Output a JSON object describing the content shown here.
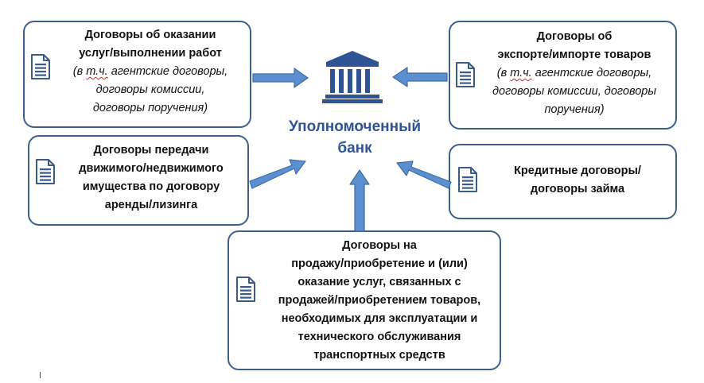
{
  "center": {
    "label_line1": "Уполномоченный",
    "label_line2": "банк",
    "icon": "bank-building-icon"
  },
  "colors": {
    "box_border": "#3e5f8a",
    "arrow_fill": "#5b8fd0",
    "arrow_stroke": "#3e6da3",
    "accent": "#2f5495",
    "spellcheck_underline": "#e02020"
  },
  "boxes": {
    "services": {
      "title_l1": "Договоры об оказании",
      "title_l2": "услуг/выполнении работ",
      "note_l1_pre": "(в ",
      "note_l1_sq": "т.ч.",
      "note_l1_post": " агентские договоры,",
      "note_l2": "договоры комиссии,",
      "note_l3": "договоры поручения)",
      "icon": "document-icon"
    },
    "export_import": {
      "title_l1": "Договоры об",
      "title_l2": "экспорте/импорте товаров",
      "note_l1_pre": "(в ",
      "note_l1_sq": "т.ч.",
      "note_l1_post": " агентские договоры,",
      "note_l2": "договоры комиссии, договоры",
      "note_l3": "поручения)",
      "icon": "document-icon"
    },
    "lease": {
      "l1": "Договоры передачи",
      "l2": "движимого/недвижимого",
      "l3": "имущества по договору",
      "l4": "аренды/лизинга",
      "icon": "document-icon"
    },
    "credit": {
      "l1": "Кредитные договоры/",
      "l2": "договоры займа",
      "icon": "document-icon"
    },
    "vehicles": {
      "l1": "Договоры на",
      "l2": "продажу/приобретение и (или)",
      "l3": "оказание услуг, связанных с",
      "l4": "продажей/приобретением товаров,",
      "l5": "необходимых для эксплуатации и",
      "l6": "технического обслуживания",
      "l7": "транспортных средств",
      "icon": "document-icon"
    }
  }
}
